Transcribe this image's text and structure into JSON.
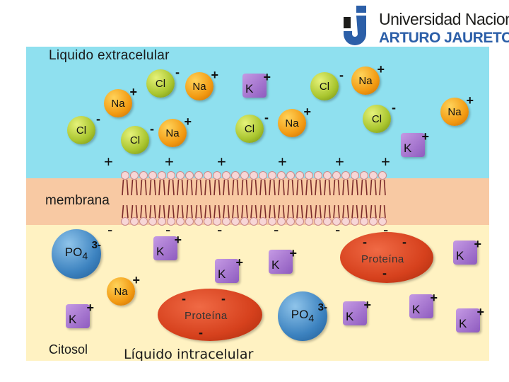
{
  "logo": {
    "line1": "Universidad Nacional",
    "line2": "ARTURO JAURETCHE"
  },
  "labels": {
    "extracellular": "Liquido extracelular",
    "membrane": "membrana",
    "cytosol": "Citosol",
    "intracellular": "Líquido intracelular"
  },
  "ions": {
    "na": {
      "symbol": "Na",
      "charge": "+"
    },
    "cl": {
      "symbol": "Cl",
      "charge": "-"
    },
    "k": {
      "symbol": "K",
      "charge": "+"
    },
    "po4": {
      "symbol": "PO",
      "subscript": "4",
      "charge": "3-"
    },
    "protein": {
      "label": "Proteína",
      "charge": "-"
    }
  },
  "membrane_charges": {
    "outside": "+",
    "inside": "-"
  },
  "colors": {
    "extracellular_bg": "#8fe0ef",
    "membrane_bg": "#f8c9a3",
    "intracellular_bg": "#fff2c2",
    "sodium": "#f29a12",
    "chloride": "#a9c52e",
    "potassium": "#8e5bbf",
    "phosphate": "#3d83c0",
    "protein": "#d6411d",
    "logo_blue": "#2c5fa8"
  }
}
